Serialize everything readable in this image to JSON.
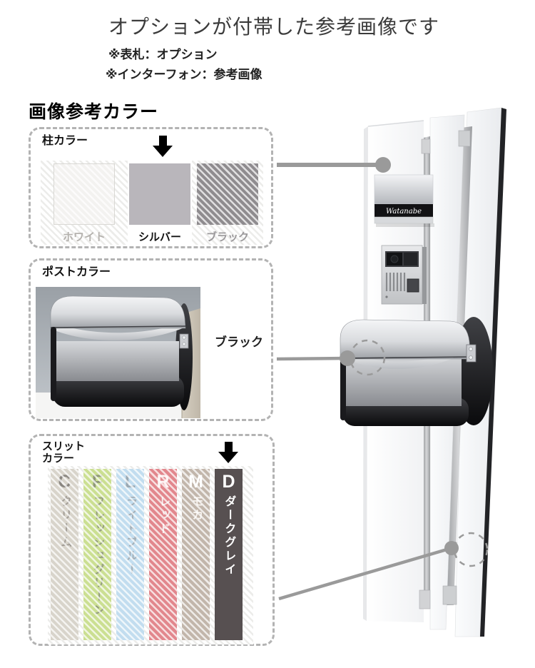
{
  "header": {
    "title": "オプションが付帯した参考画像です",
    "note_nameplate": "※表札：オプション",
    "note_intercom": "※インターフォン：参考画像"
  },
  "section_heading": "画像参考カラー",
  "connector_color": "#9a9a9a",
  "pillar_color_box": {
    "title": "柱カラー",
    "selected": "シルバー",
    "options": [
      {
        "name": "ホワイト",
        "swatch": "#f3f2f0",
        "selected": false
      },
      {
        "name": "シルバー",
        "swatch": "#b9b6bb",
        "selected": true
      },
      {
        "name": "ブラック",
        "swatch": "#8f8c8f",
        "selected": false
      }
    ]
  },
  "post_color_box": {
    "title": "ポストカラー",
    "selected": "ブラック"
  },
  "slit_color_box": {
    "title_line1": "スリット",
    "title_line2": "カラー",
    "selected": "ダークグレイ",
    "options": [
      {
        "code": "C",
        "name": "クリーム",
        "color": "#d8d4cb",
        "selected": false
      },
      {
        "code": "F",
        "name": "フレッシュグリーン",
        "color": "#cbdf92",
        "selected": false
      },
      {
        "code": "L",
        "name": "ライトブルー",
        "color": "#c2ddef",
        "selected": false
      },
      {
        "code": "R",
        "name": "レッド",
        "color": "#e2878d",
        "selected": false
      },
      {
        "code": "M",
        "name": "モカ",
        "color": "#c2b6ab",
        "selected": false
      },
      {
        "code": "D",
        "name": "ダークグレイ",
        "color": "#575051",
        "selected": true
      }
    ]
  },
  "product_photo": {
    "nameplate_text": "Watanabe"
  }
}
